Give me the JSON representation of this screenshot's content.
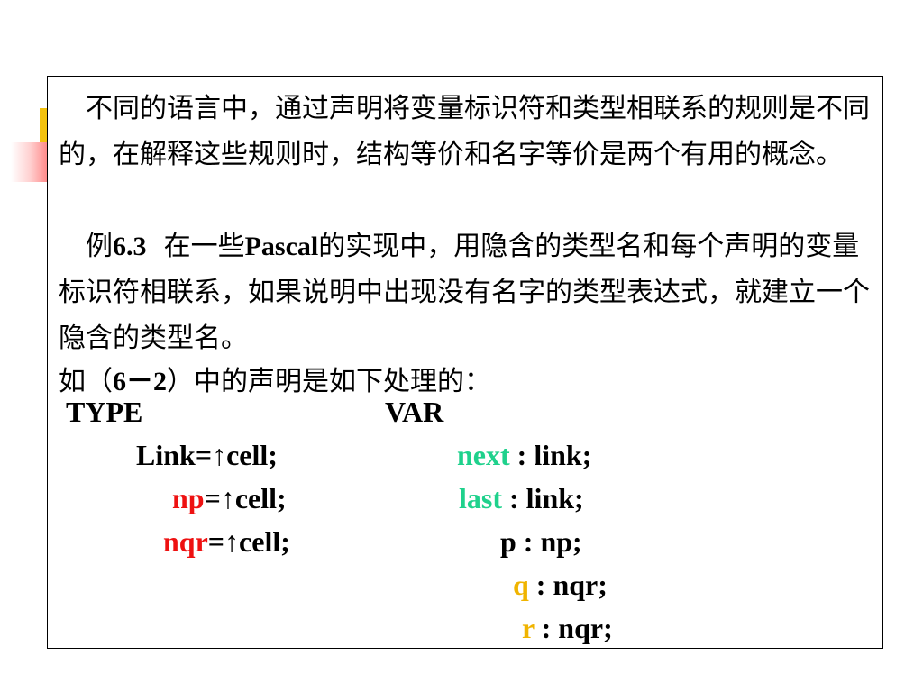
{
  "paragraphs": {
    "p1": "不同的语言中，通过声明将变量标识符和类型相联系的规则是不同的，在解释这些规则时，结构等价和名字等价是两个有用的概念。",
    "p2_prefix": "例",
    "p2_number": "6.3",
    "p2_mid": "在一些",
    "p2_term": "Pascal",
    "p2_rest": "的实现中，用隐含的类型名和每个声明的变量标识符相联系，如果说明中出现没有名字的类型表达式，就建立一个隐含的类型名。",
    "p3_prefix": "如（",
    "p3_ref": "6－2",
    "p3_rest": "）中的声明是如下处理的："
  },
  "code": {
    "type_keyword": "TYPE",
    "var_keyword": "VAR",
    "type_decls": [
      {
        "name": "Link",
        "rest": "=↑cell;"
      },
      {
        "name": "np",
        "rest": "=↑cell;"
      },
      {
        "name": "nqr",
        "rest": "=↑cell;"
      }
    ],
    "var_decls": [
      {
        "name": "next",
        "rest": " : link;"
      },
      {
        "name": "last",
        "rest": " : link;"
      },
      {
        "name": "p",
        "rest": " : np;"
      },
      {
        "name": "q",
        "rest": " : nqr;"
      },
      {
        "name": "r",
        "rest": " : nqr;"
      }
    ]
  },
  "colors": {
    "var_highlight": "#1fd18c",
    "type_highlight": "#ee1111",
    "var_highlight_2": "#f0b400"
  }
}
